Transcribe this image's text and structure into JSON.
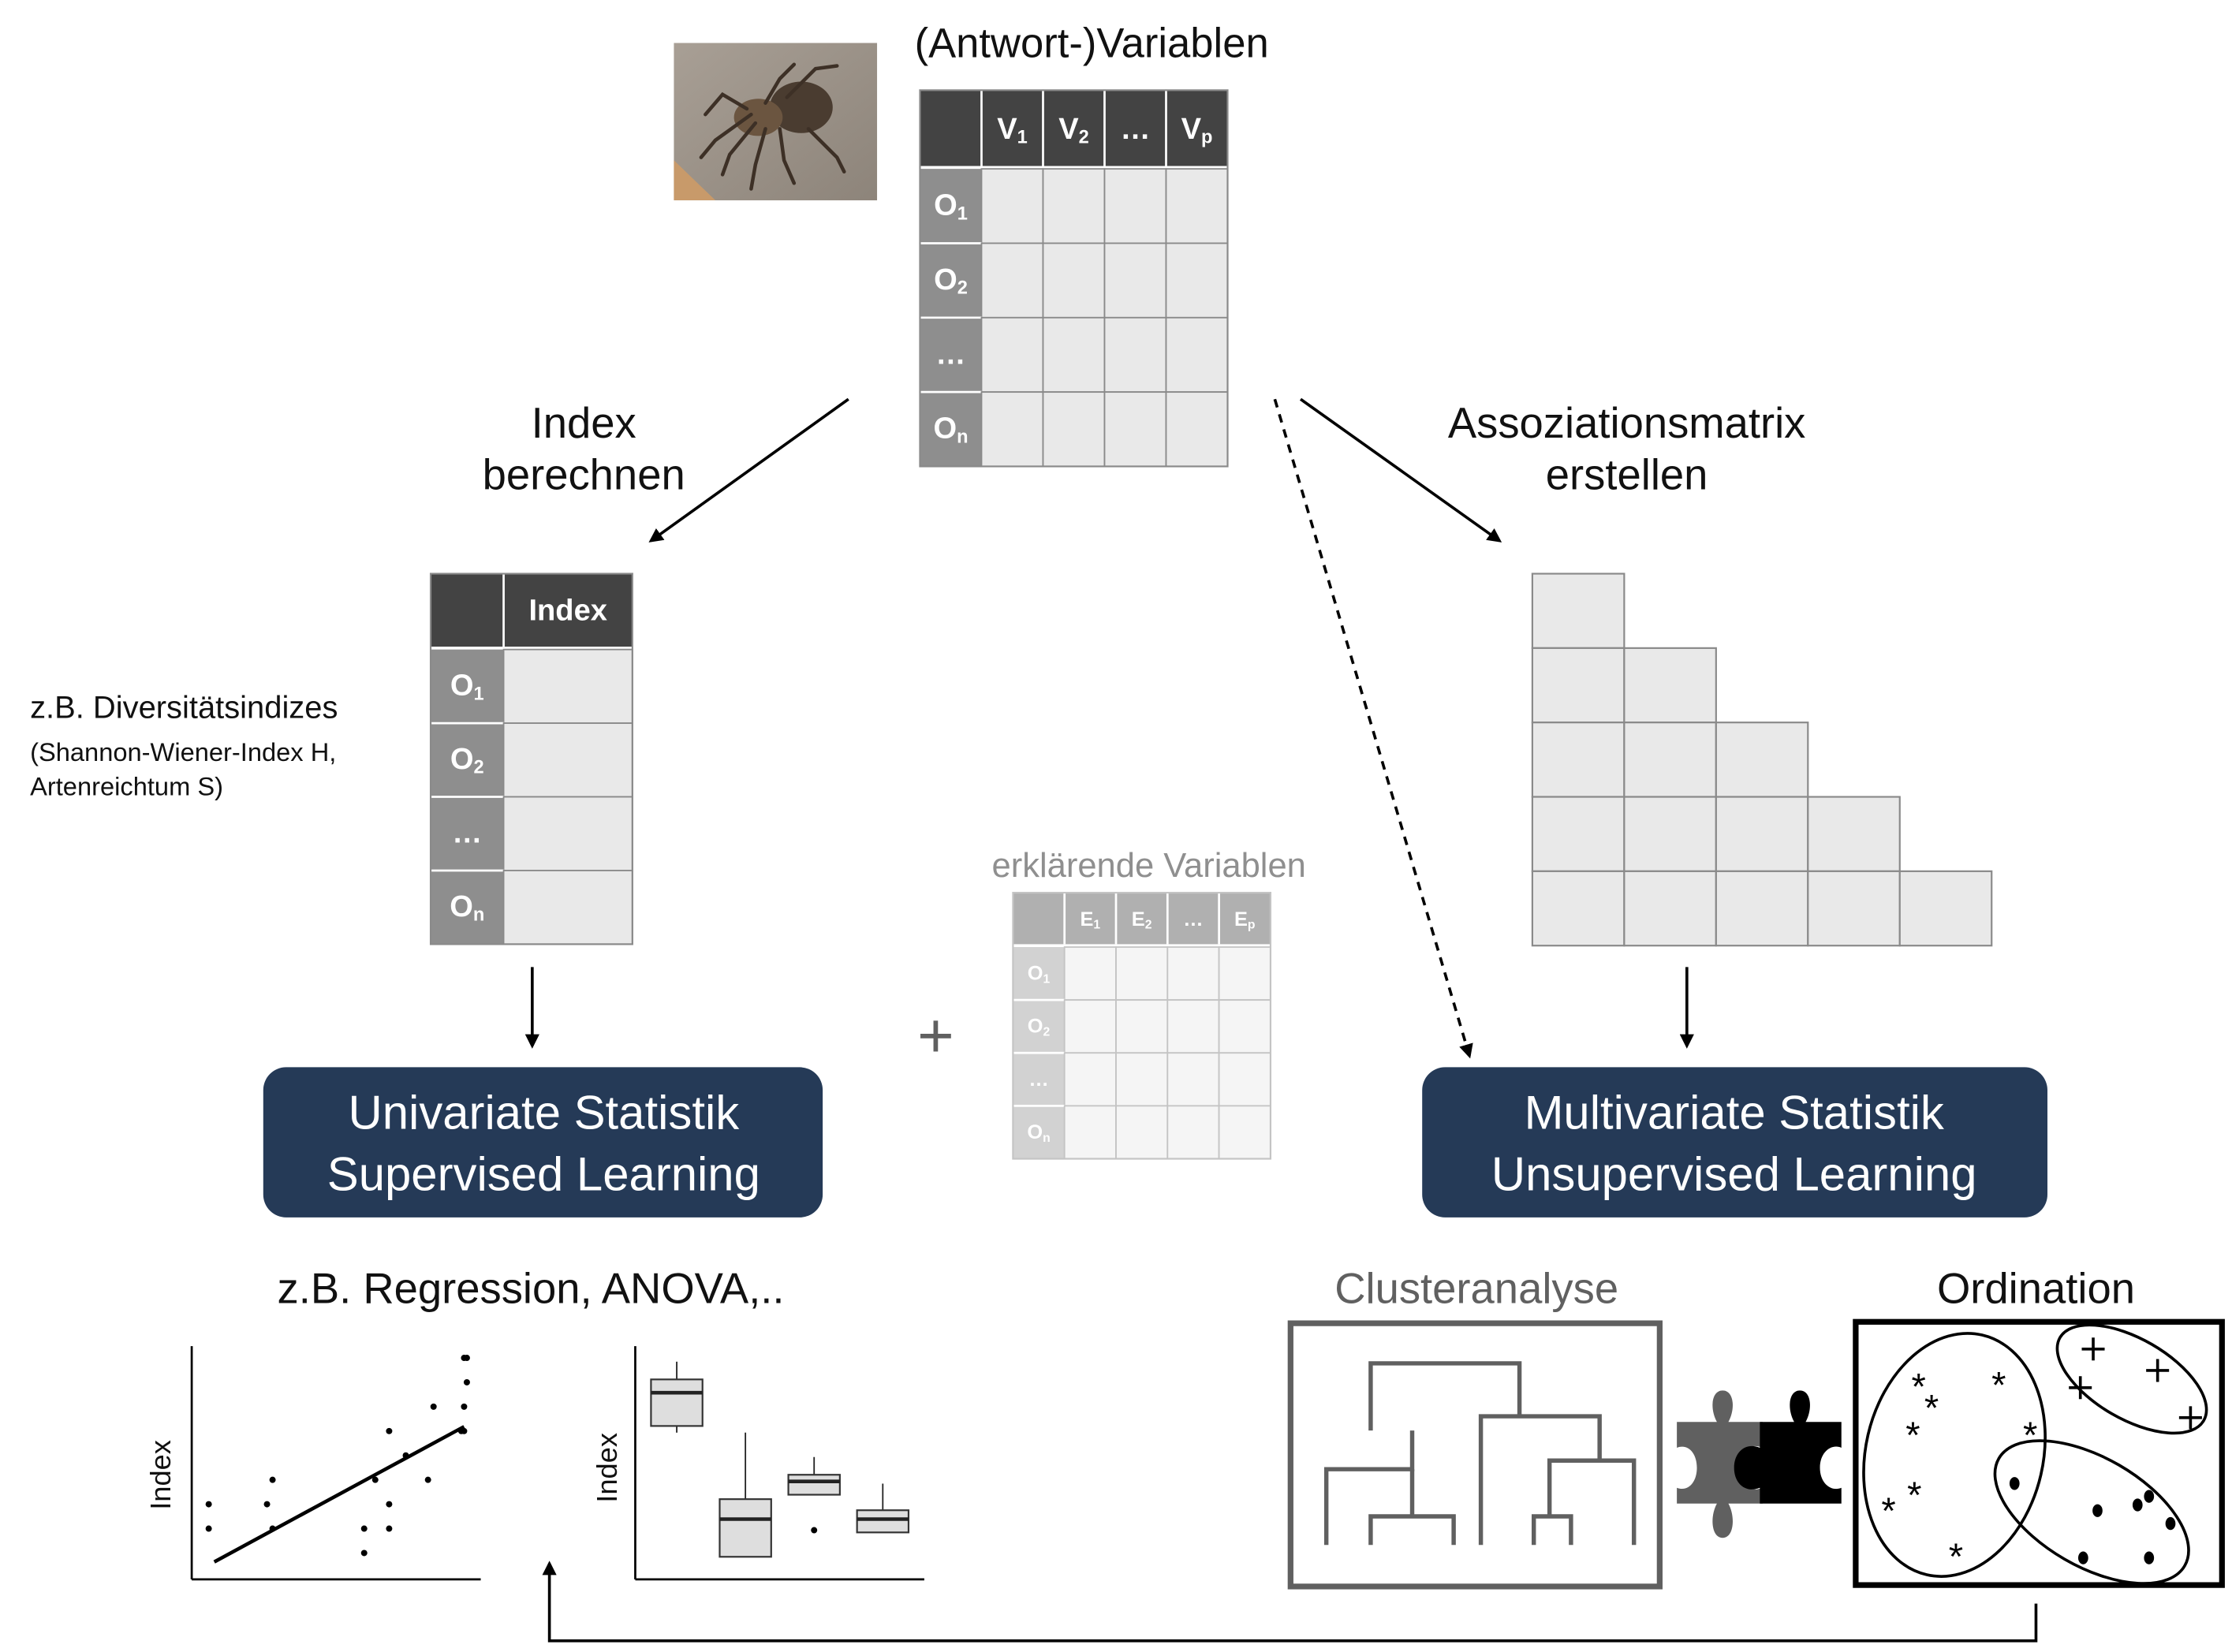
{
  "colors": {
    "header_dark": "#434343",
    "rowhead_mid": "#8e8e8e",
    "cell_light": "#e9e9e9",
    "cell_border": "#8a8a8a",
    "expl_header": "#b0b0b0",
    "expl_rowhead": "#d2d2d2",
    "expl_cell": "#f5f5f5",
    "expl_border": "#c4c4c4",
    "navy": "#253a57",
    "cluster_gray": "#606060",
    "black": "#000000"
  },
  "response_table": {
    "title": "(Antwort-)Variablen",
    "image_alt": "wolf-spider-photo",
    "columns": [
      {
        "main": "V",
        "sub": "1"
      },
      {
        "main": "V",
        "sub": "2"
      },
      {
        "main": "…",
        "sub": ""
      },
      {
        "main": "V",
        "sub": "p"
      }
    ],
    "rows": [
      {
        "main": "O",
        "sub": "1"
      },
      {
        "main": "O",
        "sub": "2"
      },
      {
        "main": "…",
        "sub": ""
      },
      {
        "main": "O",
        "sub": "n"
      }
    ]
  },
  "left_branch": {
    "label_line1": "Index",
    "label_line2": "berechnen",
    "table_header": "Index",
    "rows": [
      {
        "main": "O",
        "sub": "1"
      },
      {
        "main": "O",
        "sub": "2"
      },
      {
        "main": "…",
        "sub": ""
      },
      {
        "main": "O",
        "sub": "n"
      }
    ],
    "note_title": "z.B. Diversitätsindizes",
    "note_line1": "(Shannon-Wiener-Index H,",
    "note_line2": "Artenreichtum S)"
  },
  "right_branch": {
    "label_line1": "Assoziationsmatrix",
    "label_line2": "erstellen",
    "triangle_rows": 5
  },
  "explanatory_table": {
    "title": "erklärende Variablen",
    "plus": "+",
    "columns": [
      {
        "main": "E",
        "sub": "1"
      },
      {
        "main": "E",
        "sub": "2"
      },
      {
        "main": "…",
        "sub": ""
      },
      {
        "main": "E",
        "sub": "p"
      }
    ],
    "rows": [
      {
        "main": "O",
        "sub": "1"
      },
      {
        "main": "O",
        "sub": "2"
      },
      {
        "main": "…",
        "sub": ""
      },
      {
        "main": "O",
        "sub": "n"
      }
    ]
  },
  "univariate_box": {
    "line1": "Univariate Statistik",
    "line2": "Supervised Learning"
  },
  "multivariate_box": {
    "line1": "Multivariate Statistik",
    "line2": "Unsupervised Learning"
  },
  "univariate_examples": {
    "caption": "z.B. Regression, ANOVA,..",
    "scatter_ylabel": "Index",
    "boxplot_ylabel": "Index"
  },
  "multivariate_examples": {
    "cluster_title": "Clusteranalyse",
    "ordination_title": "Ordination"
  },
  "chart_data": [
    {
      "type": "scatter",
      "title": "",
      "xlabel": "",
      "ylabel": "Index",
      "xlim": [
        0,
        10
      ],
      "ylim": [
        0,
        10
      ],
      "points": [
        [
          0.2,
          3.0
        ],
        [
          0.2,
          1.9
        ],
        [
          2.3,
          3.0
        ],
        [
          2.5,
          4.1
        ],
        [
          2.5,
          1.9
        ],
        [
          5.8,
          1.9
        ],
        [
          5.8,
          0.8
        ],
        [
          6.2,
          4.1
        ],
        [
          6.7,
          3.0
        ],
        [
          6.7,
          1.9
        ],
        [
          6.7,
          6.3
        ],
        [
          7.3,
          5.2
        ],
        [
          8.1,
          4.1
        ],
        [
          8.3,
          7.4
        ],
        [
          9.3,
          6.3
        ],
        [
          9.4,
          6.3
        ],
        [
          9.4,
          7.4
        ],
        [
          9.5,
          8.5
        ],
        [
          9.4,
          9.6
        ],
        [
          9.5,
          9.6
        ]
      ],
      "regression_line": {
        "x": [
          0.4,
          9.4
        ],
        "y": [
          0.4,
          6.5
        ]
      }
    },
    {
      "type": "box",
      "ylabel": "Index",
      "ylim": [
        0,
        10
      ],
      "boxes": [
        {
          "whisker_low": 6.1,
          "q1": 6.4,
          "median": 7.9,
          "q3": 8.5,
          "whisker_high": 9.3
        },
        {
          "whisker_low": 0.5,
          "q1": 0.5,
          "median": 2.2,
          "q3": 3.1,
          "whisker_high": 6.1
        },
        {
          "whisker_low": 4.0,
          "q1": 3.3,
          "median": 3.9,
          "q3": 4.2,
          "whisker_high": 5.0,
          "outlier": 1.7,
          "whisker_low_hidden": true
        },
        {
          "whisker_low": 1.6,
          "q1": 1.6,
          "median": 2.2,
          "q3": 2.6,
          "whisker_high": 3.8
        }
      ]
    },
    {
      "type": "scatter",
      "title": "Ordination",
      "groups": [
        {
          "name": "stars",
          "marker": "*",
          "count": 10
        },
        {
          "name": "plus",
          "marker": "+",
          "count": 4
        },
        {
          "name": "dots",
          "marker": "•",
          "count": 7
        }
      ]
    }
  ]
}
